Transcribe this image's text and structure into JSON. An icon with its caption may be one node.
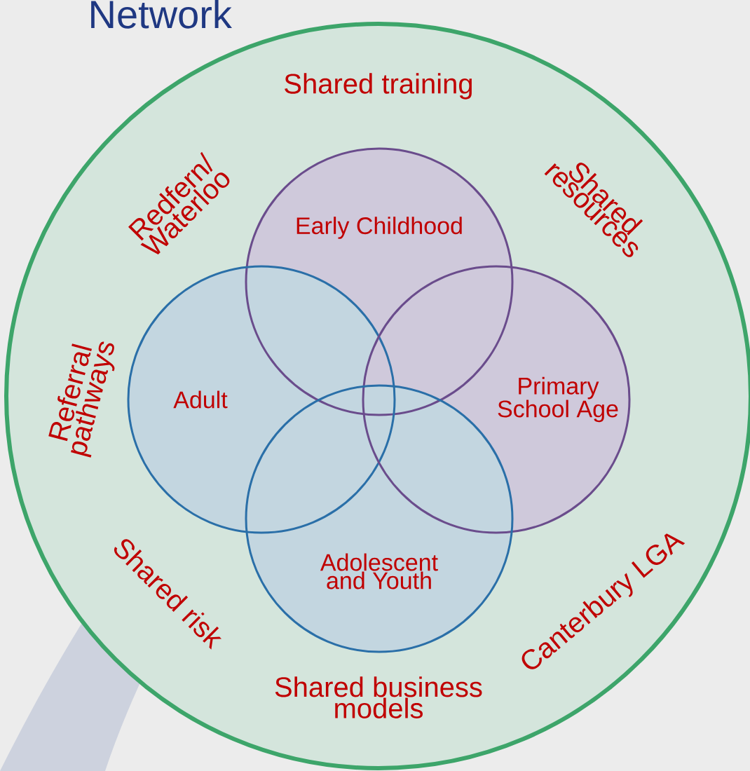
{
  "diagram": {
    "title": "Network",
    "nodes": [
      {
        "text": [
          "Shared training",
          "Redfern/ Waterloo",
          "Shared resources",
          "Referral pathways",
          "Shared risk",
          "Canterbury LGA",
          "Shared business models"
        ]
      },
      {
        "text": [
          "Early Childhood"
        ],
        "in": 0
      },
      {
        "text": [
          "Adult"
        ],
        "in": 0
      },
      {
        "text": [
          "Primary School Age"
        ],
        "in": 0
      },
      {
        "text": [
          "Adolescent and Youth"
        ],
        "in": 0
      }
    ]
  }
}
